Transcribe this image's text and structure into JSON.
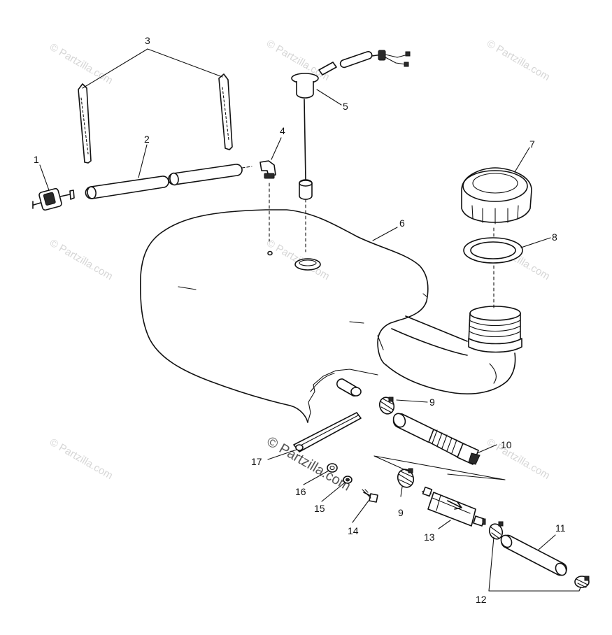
{
  "watermark": {
    "text": "© Partzilla.com",
    "prominent_text": "© Partzilla.com"
  },
  "callouts": {
    "n1": "1",
    "n2": "2",
    "n3": "3",
    "n4": "4",
    "n5": "5",
    "n6": "6",
    "n7": "7",
    "n8": "8",
    "n9a": "9",
    "n9b": "9",
    "n10": "10",
    "n11": "11",
    "n12": "12",
    "n13": "13",
    "n14": "14",
    "n15": "15",
    "n16": "16",
    "n17": "17"
  }
}
